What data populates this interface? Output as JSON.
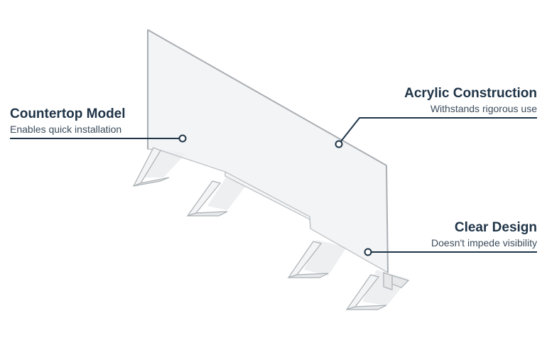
{
  "callouts": {
    "countertop": {
      "title": "Countertop Model",
      "subtitle": "Enables quick installation"
    },
    "acrylic": {
      "title": "Acrylic Construction",
      "subtitle": "Withstands rigorous use"
    },
    "clear": {
      "title": "Clear Design",
      "subtitle": "Doesn't impede visibility"
    }
  },
  "colors": {
    "heading": "#1f3447",
    "subtext": "#3c4d5c",
    "leader": "#1f3447",
    "panel_fill": "#eef0f2",
    "panel_edge": "#b9bec3"
  }
}
